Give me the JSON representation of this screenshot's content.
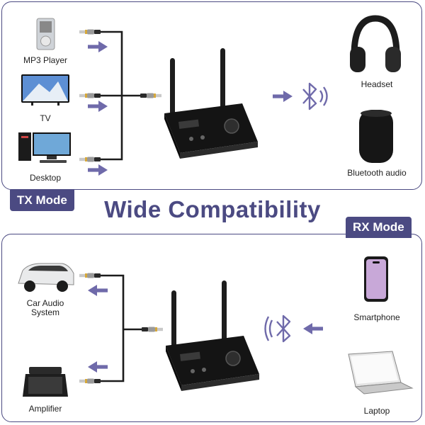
{
  "title": "Wide Compatibility",
  "tx": {
    "mode": "TX Mode",
    "sources": [
      "MP3 Player",
      "TV",
      "Desktop"
    ],
    "outputs": [
      "Headset",
      "Bluetooth audio"
    ]
  },
  "rx": {
    "mode": "RX Mode",
    "outputs": [
      "Car Audio\nSystem",
      "Amplifier"
    ],
    "sources": [
      "Smartphone",
      "Laptop"
    ]
  },
  "colors": {
    "accent": "#4b4a82",
    "arrow": "#6f6aaa"
  },
  "icons": [
    "bluetooth-icon",
    "arrow-icon",
    "audio-jack-icon",
    "antenna-icon"
  ]
}
